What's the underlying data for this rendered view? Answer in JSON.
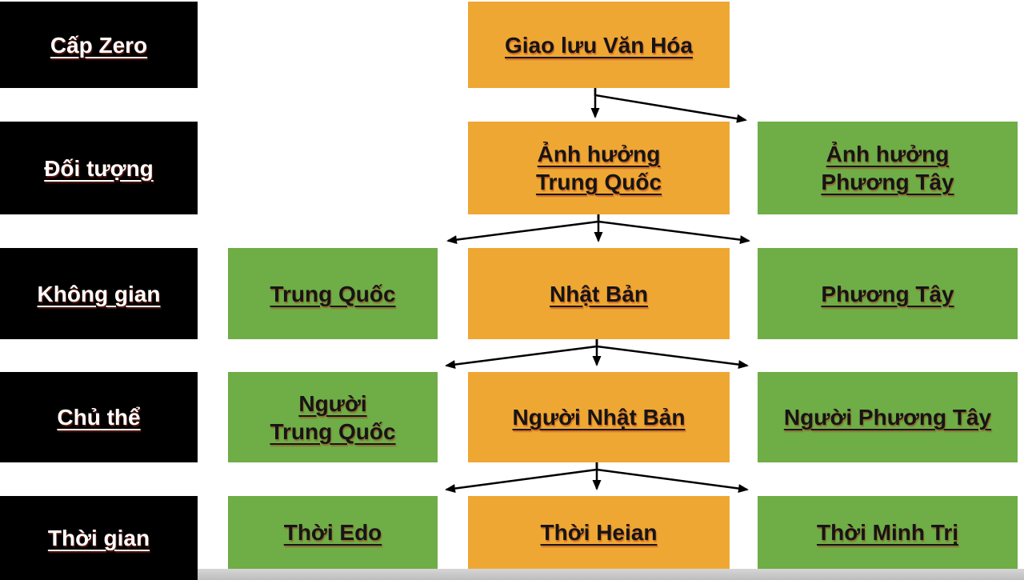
{
  "diagram_title": "Giao lưu Văn Hóa hierarchy",
  "left_labels": [
    "Cấp Zero",
    "Đối tượng",
    "Không gian",
    "Chủ thể",
    "Thời gian"
  ],
  "nodes": {
    "root": "Giao lưu Văn Hóa",
    "influence_china": "Ảnh hưởng\nTrung Quốc",
    "influence_west": "Ảnh hưởng\nPhương Tây",
    "space_china": "Trung Quốc",
    "space_japan": "Nhật Bản",
    "space_west": "Phương Tây",
    "people_china": "Người\nTrung Quốc",
    "people_japan": "Người Nhật Bản",
    "people_west": "Người Phương Tây",
    "time_edo": "Thời Edo",
    "time_heian": "Thời Heian",
    "time_minhtri": "Thời Minh Trị"
  },
  "colors": {
    "orange": "#EFA733",
    "green": "#6FAD46",
    "label_bg": "#000000",
    "label_text": "#FFFFFF",
    "node_text": "#151515",
    "arrow": "#000000"
  }
}
